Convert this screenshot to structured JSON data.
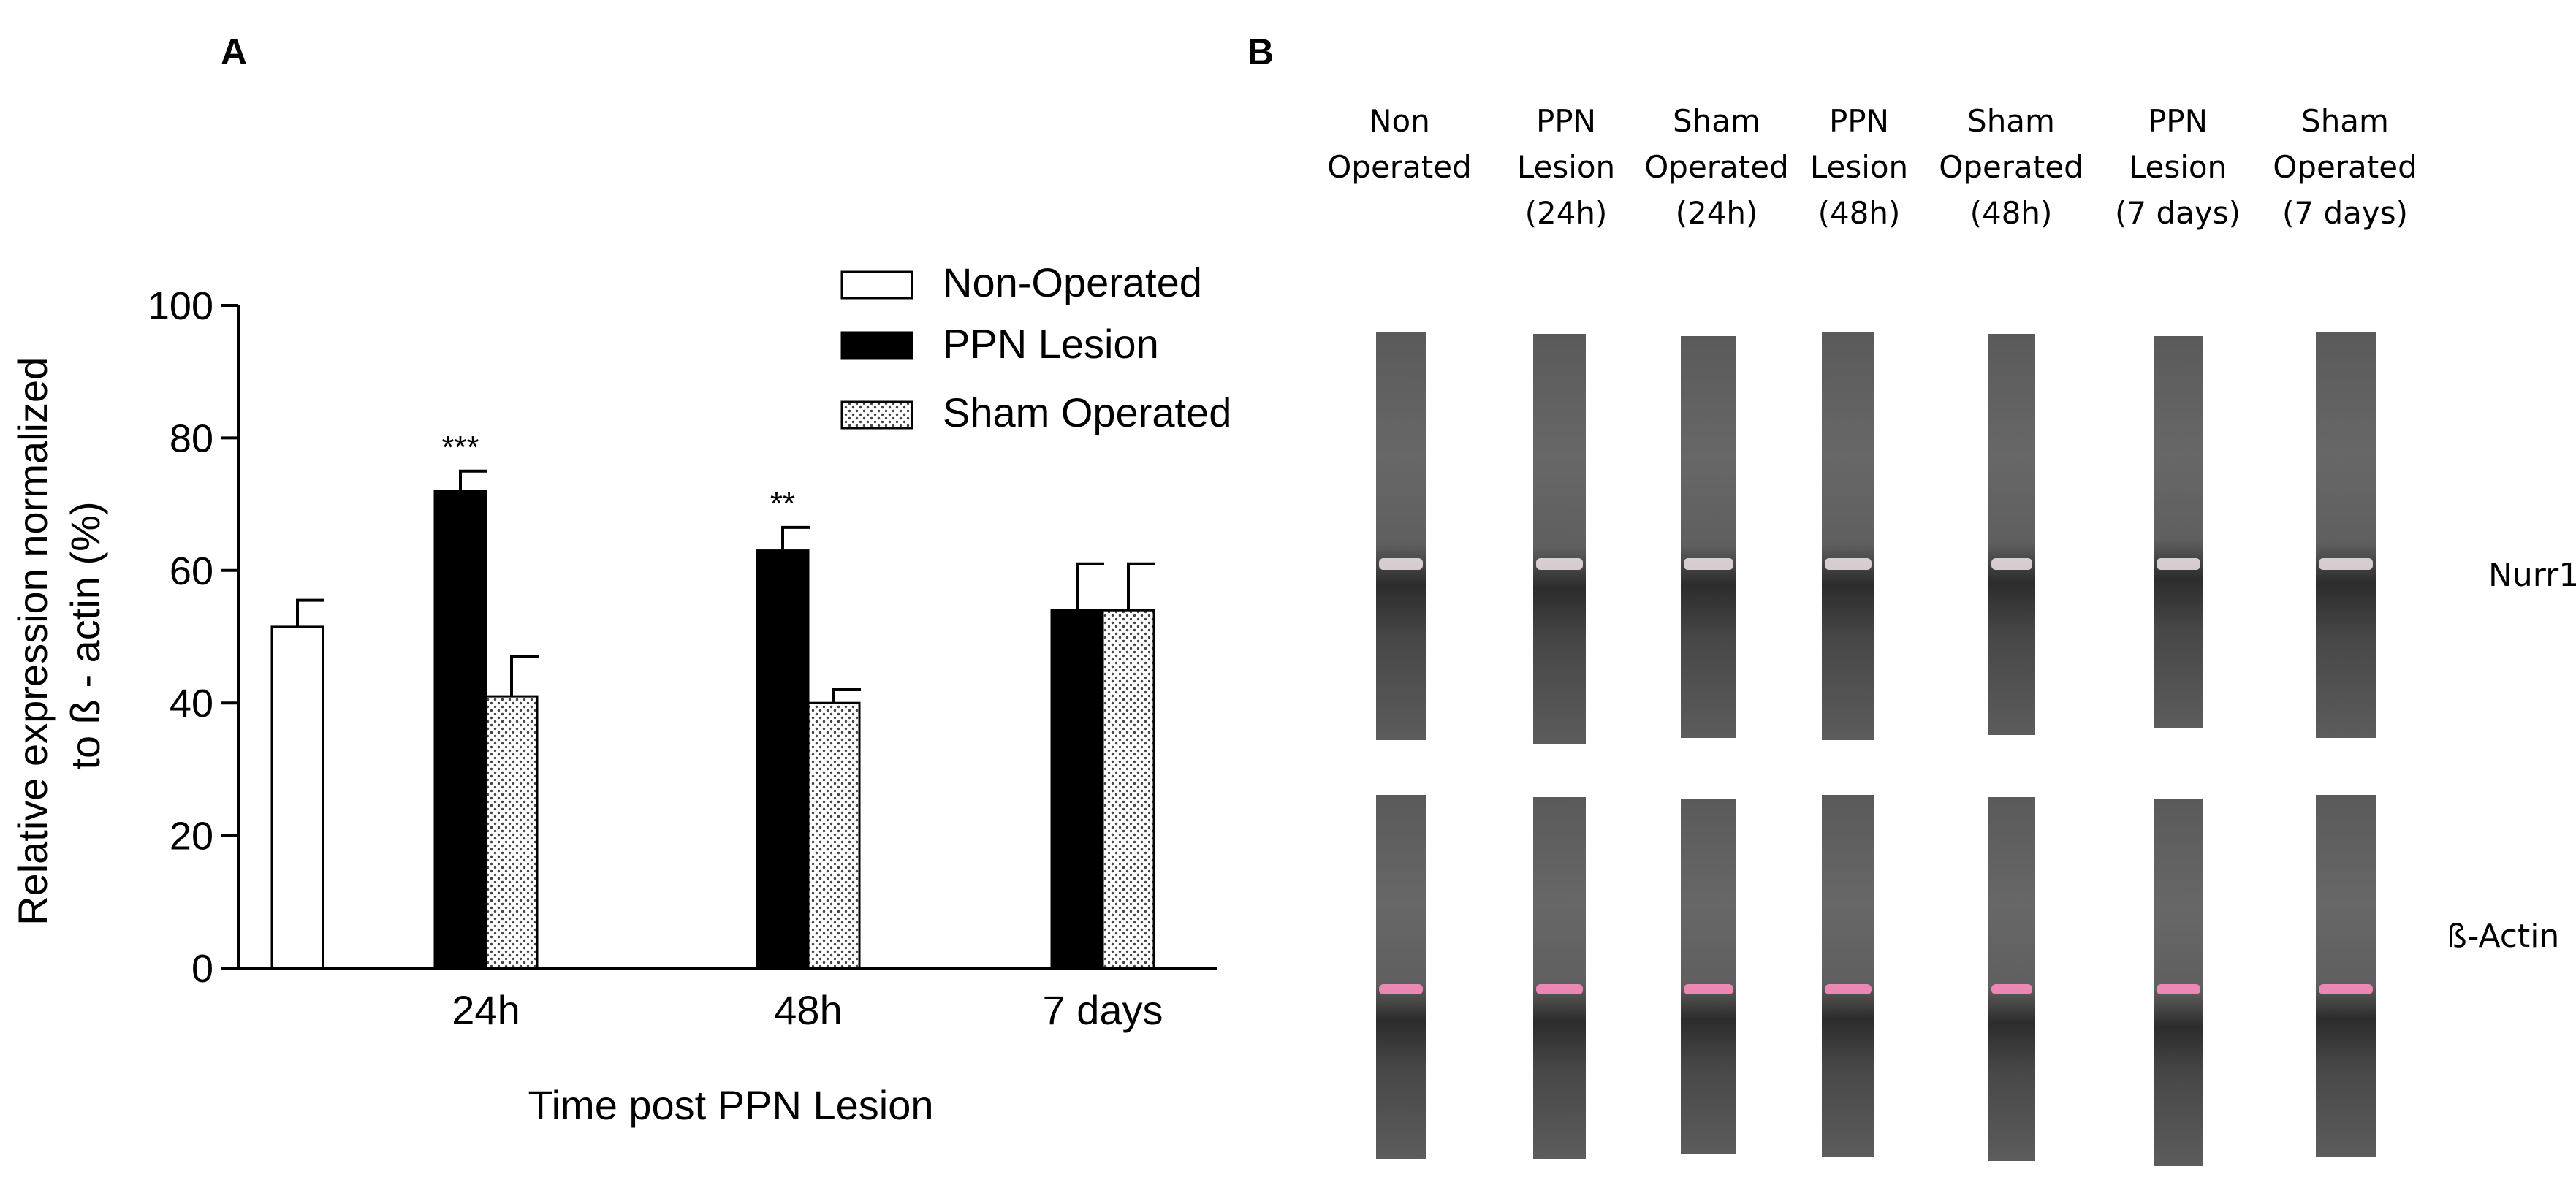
{
  "panel_a_label": "A",
  "panel_b_label": "B",
  "chart_data": {
    "type": "bar",
    "categories": [
      "",
      "24h",
      "48h",
      "7 days"
    ],
    "xlabel": "Time post PPN Lesion",
    "ylabel_lines": [
      "Relative expression normalized",
      "to ß - actin (%)"
    ],
    "ylim": [
      0,
      100
    ],
    "yticks": [
      0,
      20,
      40,
      60,
      80,
      100
    ],
    "grid": false,
    "legend_position": "top-right",
    "series": [
      {
        "name": "Non-Operated",
        "fill": "#ffffff",
        "pattern": "none",
        "values": [
          51.5,
          null,
          null,
          null
        ],
        "errors": [
          4,
          null,
          null,
          null
        ]
      },
      {
        "name": "PPN Lesion",
        "fill": "#000000",
        "pattern": "none",
        "values": [
          null,
          72,
          63,
          54
        ],
        "errors": [
          null,
          3,
          3.5,
          7
        ]
      },
      {
        "name": "Sham Operated",
        "fill": "#ffffff",
        "pattern": "dots",
        "values": [
          null,
          41,
          40,
          54
        ],
        "errors": [
          null,
          6,
          2,
          7
        ]
      }
    ],
    "annotations": [
      {
        "category": "24h",
        "series": "PPN Lesion",
        "text": "***"
      },
      {
        "category": "48h",
        "series": "PPN Lesion",
        "text": "**"
      }
    ]
  },
  "gel": {
    "lanes": [
      {
        "label_lines": [
          "Non",
          "Operated"
        ]
      },
      {
        "label_lines": [
          "PPN",
          "Lesion",
          "(24h)"
        ]
      },
      {
        "label_lines": [
          "Sham",
          "Operated",
          "(24h)"
        ]
      },
      {
        "label_lines": [
          "PPN",
          "Lesion",
          "(48h)"
        ]
      },
      {
        "label_lines": [
          "Sham",
          "Operated",
          "(48h)"
        ]
      },
      {
        "label_lines": [
          "PPN",
          "Lesion",
          "(7 days)"
        ]
      },
      {
        "label_lines": [
          "Sham",
          "Operated",
          "(7 days)"
        ]
      }
    ],
    "rows": [
      {
        "name": "Nurr1",
        "band_color": "#f2e4ec"
      },
      {
        "name": "ß-Actin",
        "band_color": "#f28ab8"
      }
    ]
  }
}
